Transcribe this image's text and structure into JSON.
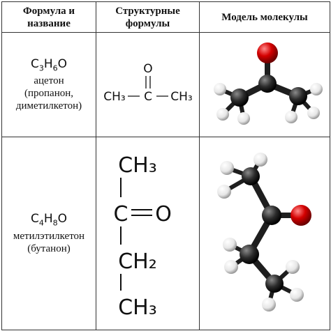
{
  "headers": {
    "formula_name": "Формула и название",
    "structural": "Структурные формулы",
    "model": "Модель молекулы"
  },
  "rows": [
    {
      "formula": {
        "c": "C",
        "n1": "3",
        "h": "H",
        "n2": "6",
        "o": "O"
      },
      "names": [
        "ацетон",
        "(пропанон,",
        "диметилкетон)"
      ],
      "structure": {
        "o": "O",
        "left": "CH₃",
        "center": "C",
        "right": "CH₃"
      },
      "model_icon": "acetone-ball-and-stick-model"
    },
    {
      "formula": {
        "c": "C",
        "n1": "4",
        "h": "H",
        "n2": "8",
        "o": "O"
      },
      "names": [
        "метилэтилкетон",
        "(бутанон)"
      ],
      "structure": {
        "top": "CH₃",
        "c": "C",
        "o": "O",
        "ch2": "CH₂",
        "bottom": "CH₃"
      },
      "model_icon": "butanone-ball-and-stick-model"
    }
  ],
  "colors": {
    "carbon": "#2b2b2b",
    "oxygen": "#d40000",
    "hydrogen": "#f2f2f2",
    "border": "#333333"
  }
}
